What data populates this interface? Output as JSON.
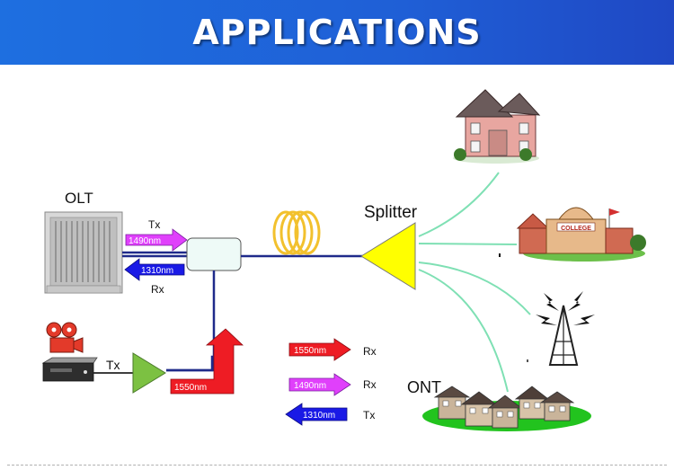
{
  "header": {
    "title": "APPLICATIONS"
  },
  "olt": {
    "label": "OLT",
    "tx_label": "Tx",
    "tx_wavelength": "1490nm",
    "rx_label": "Rx",
    "rx_wavelength": "1310nm"
  },
  "splitter": {
    "label": "Splitter"
  },
  "video": {
    "tx_label": "Tx",
    "wavelength": "1550nm"
  },
  "legend": [
    {
      "wavelength": "1550nm",
      "label": "Rx",
      "color": "#ee1c24"
    },
    {
      "wavelength": "1490nm",
      "label": "Rx",
      "color": "#e040fb"
    },
    {
      "wavelength": "1310nm",
      "label": "Tx",
      "color": "#1a1ae6"
    }
  ],
  "ont": {
    "label": "ONT"
  },
  "college_sign": "COLLEGE",
  "colors": {
    "fiber": "#1f2a8a",
    "branch": "#7fe0b4",
    "splitter": "#ffff00",
    "amp": "#7cc142",
    "coil": "#f2c12e"
  }
}
